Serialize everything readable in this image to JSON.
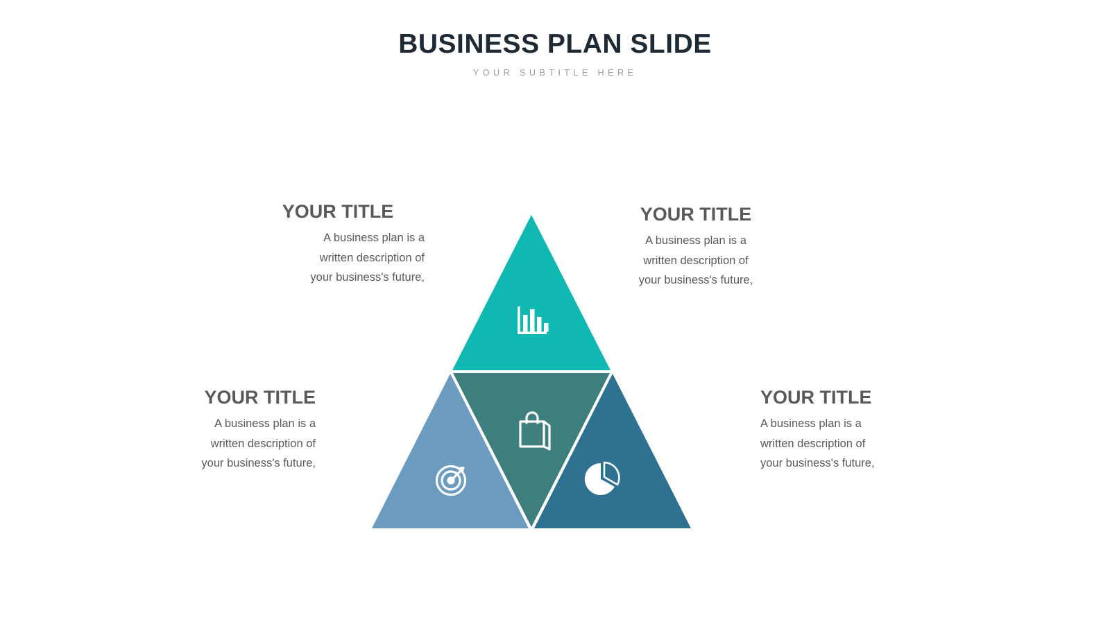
{
  "header": {
    "title": "BUSINESS PLAN SLIDE",
    "subtitle": "YOUR SUBTITLE HERE"
  },
  "theme": {
    "title_color": "#1f2a37",
    "subtitle_color": "#9aa0a6",
    "callout_title_color": "#58595b",
    "callout_body_color": "#595959",
    "background": "#ffffff"
  },
  "pyramid": {
    "segments": [
      {
        "id": "top",
        "position": "top",
        "color": "#0fb8b0",
        "icon": "bar-chart-icon"
      },
      {
        "id": "middle",
        "position": "middle-inverted",
        "color": "#3e7f7e",
        "icon": "shopping-bag-icon"
      },
      {
        "id": "bottom-left",
        "position": "bottom-left",
        "color": "#6c9bc0",
        "icon": "target-icon"
      },
      {
        "id": "bottom-right",
        "position": "bottom-right",
        "color": "#2e7191",
        "icon": "pie-chart-icon"
      }
    ]
  },
  "callouts": [
    {
      "id": "top-left",
      "title": "YOUR TITLE",
      "body_lines": [
        "A business plan is a",
        "written description  of",
        "your business's future,"
      ]
    },
    {
      "id": "top-right",
      "title": "YOUR TITLE",
      "body_lines": [
        "A business plan is a",
        "written description  of",
        "your business's future,"
      ]
    },
    {
      "id": "bottom-left",
      "title": "YOUR TITLE",
      "body_lines": [
        "A business plan is a",
        "written description  of",
        "your business's future,"
      ]
    },
    {
      "id": "bottom-right",
      "title": "YOUR TITLE",
      "body_lines": [
        "A business plan is a",
        "written description  of",
        "your business's future,"
      ]
    }
  ]
}
